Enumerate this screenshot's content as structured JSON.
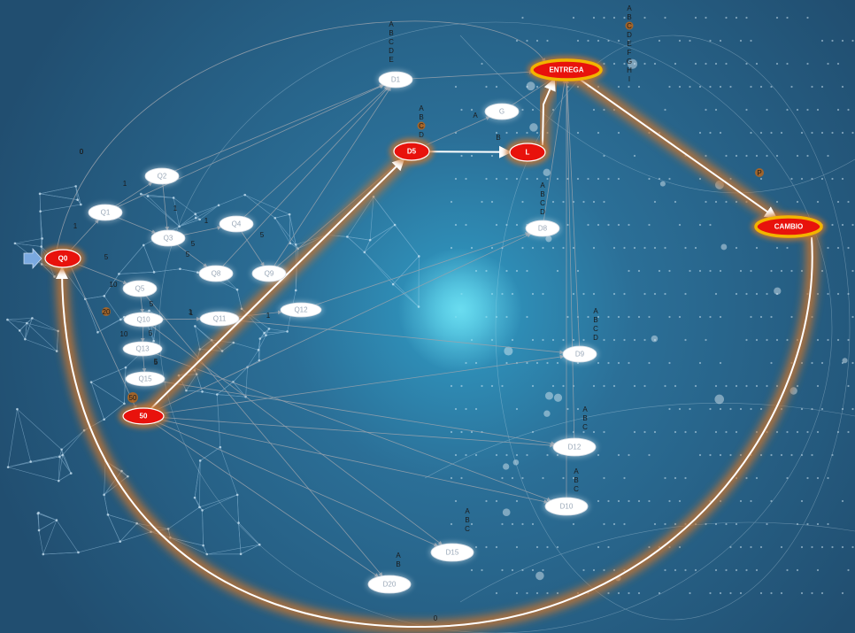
{
  "colors": {
    "background": "#2d5f83",
    "node_white": "#ffffff",
    "node_white_text": "#9aa8b8",
    "node_red": "#e8120c",
    "node_red_text": "#ffffff",
    "node_gold_border": "#f2b400",
    "path_glow": "#c9742d",
    "edge_gray": "#9aa3ad",
    "label_dark": "#1a1a1a",
    "highlight_label": "#b5651d",
    "start_arrow": "#7aa9e0"
  },
  "diagram": {
    "nodes": [
      {
        "id": "Q0",
        "label": "Q0",
        "style": "red"
      },
      {
        "id": "Q1",
        "label": "Q1",
        "style": "white"
      },
      {
        "id": "Q2",
        "label": "Q2",
        "style": "white"
      },
      {
        "id": "Q3",
        "label": "Q3",
        "style": "white"
      },
      {
        "id": "Q4",
        "label": "Q4",
        "style": "white"
      },
      {
        "id": "Q5",
        "label": "Q5",
        "style": "white"
      },
      {
        "id": "Q8",
        "label": "Q8",
        "style": "white"
      },
      {
        "id": "Q9",
        "label": "Q9",
        "style": "white"
      },
      {
        "id": "Q10",
        "label": "Q10",
        "style": "white"
      },
      {
        "id": "Q11",
        "label": "Q11",
        "style": "white"
      },
      {
        "id": "Q12",
        "label": "Q12",
        "style": "white"
      },
      {
        "id": "Q13",
        "label": "Q13",
        "style": "white"
      },
      {
        "id": "Q15",
        "label": "Q15",
        "style": "white"
      },
      {
        "id": "S50",
        "label": "50",
        "style": "red"
      },
      {
        "id": "D1",
        "label": "D1",
        "style": "white"
      },
      {
        "id": "D5",
        "label": "D5",
        "style": "red"
      },
      {
        "id": "G",
        "label": "G",
        "style": "white"
      },
      {
        "id": "L",
        "label": "L",
        "style": "red"
      },
      {
        "id": "ENTREGA",
        "label": "ENTREGA",
        "style": "red-gold"
      },
      {
        "id": "CAMBIO",
        "label": "CAMBIO",
        "style": "red-gold"
      },
      {
        "id": "D8",
        "label": "D8",
        "style": "white"
      },
      {
        "id": "D9",
        "label": "D9",
        "style": "white"
      },
      {
        "id": "D12",
        "label": "D12",
        "style": "white"
      },
      {
        "id": "D10",
        "label": "D10",
        "style": "white"
      },
      {
        "id": "D15",
        "label": "D15",
        "style": "white"
      },
      {
        "id": "D20",
        "label": "D20",
        "style": "white"
      }
    ],
    "edges": [
      {
        "from": "Q0",
        "to": "Q1",
        "label": "1"
      },
      {
        "from": "Q1",
        "to": "Q2",
        "label": "1"
      },
      {
        "from": "Q1",
        "to": "Q3",
        "label": ""
      },
      {
        "from": "Q2",
        "to": "Q3",
        "label": ""
      },
      {
        "from": "Q3",
        "to": "Q4",
        "label": "1"
      },
      {
        "from": "Q3",
        "to": "Q8",
        "label": "5"
      },
      {
        "from": "Q4",
        "to": "Q9",
        "label": "5"
      },
      {
        "from": "Q0",
        "to": "Q5",
        "label": "5"
      },
      {
        "from": "Q5",
        "to": "Q10",
        "label": "5"
      },
      {
        "from": "Q10",
        "to": "Q11",
        "label": "1"
      },
      {
        "from": "Q11",
        "to": "Q12",
        "label": "1"
      },
      {
        "from": "Q10",
        "to": "Q13",
        "label": "5"
      },
      {
        "from": "Q13",
        "to": "Q15",
        "label": "5"
      },
      {
        "from": "Q0",
        "to": "S50",
        "label": "20",
        "label_highlight": true
      },
      {
        "from": "S50",
        "to": "D5",
        "label": "",
        "highlight": true
      },
      {
        "from": "D5",
        "to": "L",
        "label": "B",
        "highlight": true
      },
      {
        "from": "D5",
        "to": "G",
        "label": "A"
      },
      {
        "from": "L",
        "to": "ENTREGA",
        "label": "",
        "highlight": true
      },
      {
        "from": "ENTREGA",
        "to": "CAMBIO",
        "label": "P",
        "highlight": true,
        "label_highlight": true
      },
      {
        "from": "CAMBIO",
        "to": "Q0",
        "label": "0",
        "highlight": true
      },
      {
        "from": "Q0",
        "to": "ENTREGA",
        "label": "0"
      },
      {
        "from": "Q1",
        "to": "D1",
        "label": ""
      },
      {
        "from": "Q2",
        "to": "D1",
        "label": ""
      },
      {
        "from": "Q4",
        "to": "D1",
        "label": ""
      },
      {
        "from": "Q8",
        "to": "D1",
        "label": ""
      },
      {
        "from": "Q9",
        "to": "D1",
        "label": ""
      },
      {
        "from": "D1",
        "to": "ENTREGA",
        "label": ""
      },
      {
        "from": "G",
        "to": "ENTREGA",
        "label": ""
      },
      {
        "from": "Q9",
        "to": "D5",
        "label": ""
      },
      {
        "from": "Q12",
        "to": "D8",
        "label": ""
      },
      {
        "from": "Q11",
        "to": "D9",
        "label": ""
      },
      {
        "from": "S50",
        "to": "D8",
        "label": ""
      },
      {
        "from": "S50",
        "to": "D9",
        "label": ""
      },
      {
        "from": "S50",
        "to": "D12",
        "label": ""
      },
      {
        "from": "S50",
        "to": "D10",
        "label": ""
      },
      {
        "from": "S50",
        "to": "D15",
        "label": ""
      },
      {
        "from": "S50",
        "to": "D20",
        "label": ""
      },
      {
        "from": "Q15",
        "to": "D12",
        "label": ""
      },
      {
        "from": "Q13",
        "to": "D10",
        "label": ""
      },
      {
        "from": "Q10",
        "to": "D15",
        "label": ""
      },
      {
        "from": "Q5",
        "to": "D20",
        "label": ""
      },
      {
        "from": "D8",
        "to": "ENTREGA",
        "label": ""
      },
      {
        "from": "D9",
        "to": "ENTREGA",
        "label": ""
      },
      {
        "from": "D12",
        "to": "ENTREGA",
        "label": ""
      },
      {
        "from": "D10",
        "to": "ENTREGA",
        "label": ""
      }
    ],
    "free_labels": [
      {
        "text": "0",
        "highlight": false
      },
      {
        "text": "1",
        "highlight": false
      },
      {
        "text": "10",
        "highlight": false
      },
      {
        "text": "10",
        "highlight": false
      },
      {
        "text": "50",
        "highlight": true
      },
      {
        "text": "5",
        "highlight": false
      },
      {
        "text": "5",
        "highlight": false
      },
      {
        "text": "1",
        "highlight": false
      }
    ],
    "letter_stacks": [
      {
        "near": "D1",
        "letters": [
          "A",
          "B",
          "C",
          "D",
          "E"
        ],
        "highlight_index": -1
      },
      {
        "near": "ENTREGA",
        "letters": [
          "A",
          "B",
          "C",
          "D",
          "E",
          "F",
          "G",
          "H",
          "I"
        ],
        "highlight_index": 2
      },
      {
        "near": "D5",
        "letters": [
          "A",
          "B",
          "C",
          "D"
        ],
        "highlight_index": 2
      },
      {
        "near": "D8",
        "letters": [
          "A",
          "B",
          "C",
          "D"
        ],
        "highlight_index": -1
      },
      {
        "near": "D9",
        "letters": [
          "A",
          "B",
          "C",
          "D"
        ],
        "highlight_index": -1
      },
      {
        "near": "D12",
        "letters": [
          "A",
          "B",
          "C"
        ],
        "highlight_index": -1
      },
      {
        "near": "D10",
        "letters": [
          "A",
          "B",
          "C"
        ],
        "highlight_index": -1
      },
      {
        "near": "D15",
        "letters": [
          "A",
          "B",
          "C"
        ],
        "highlight_index": -1
      },
      {
        "near": "D20",
        "letters": [
          "A",
          "B"
        ],
        "highlight_index": -1
      }
    ]
  }
}
